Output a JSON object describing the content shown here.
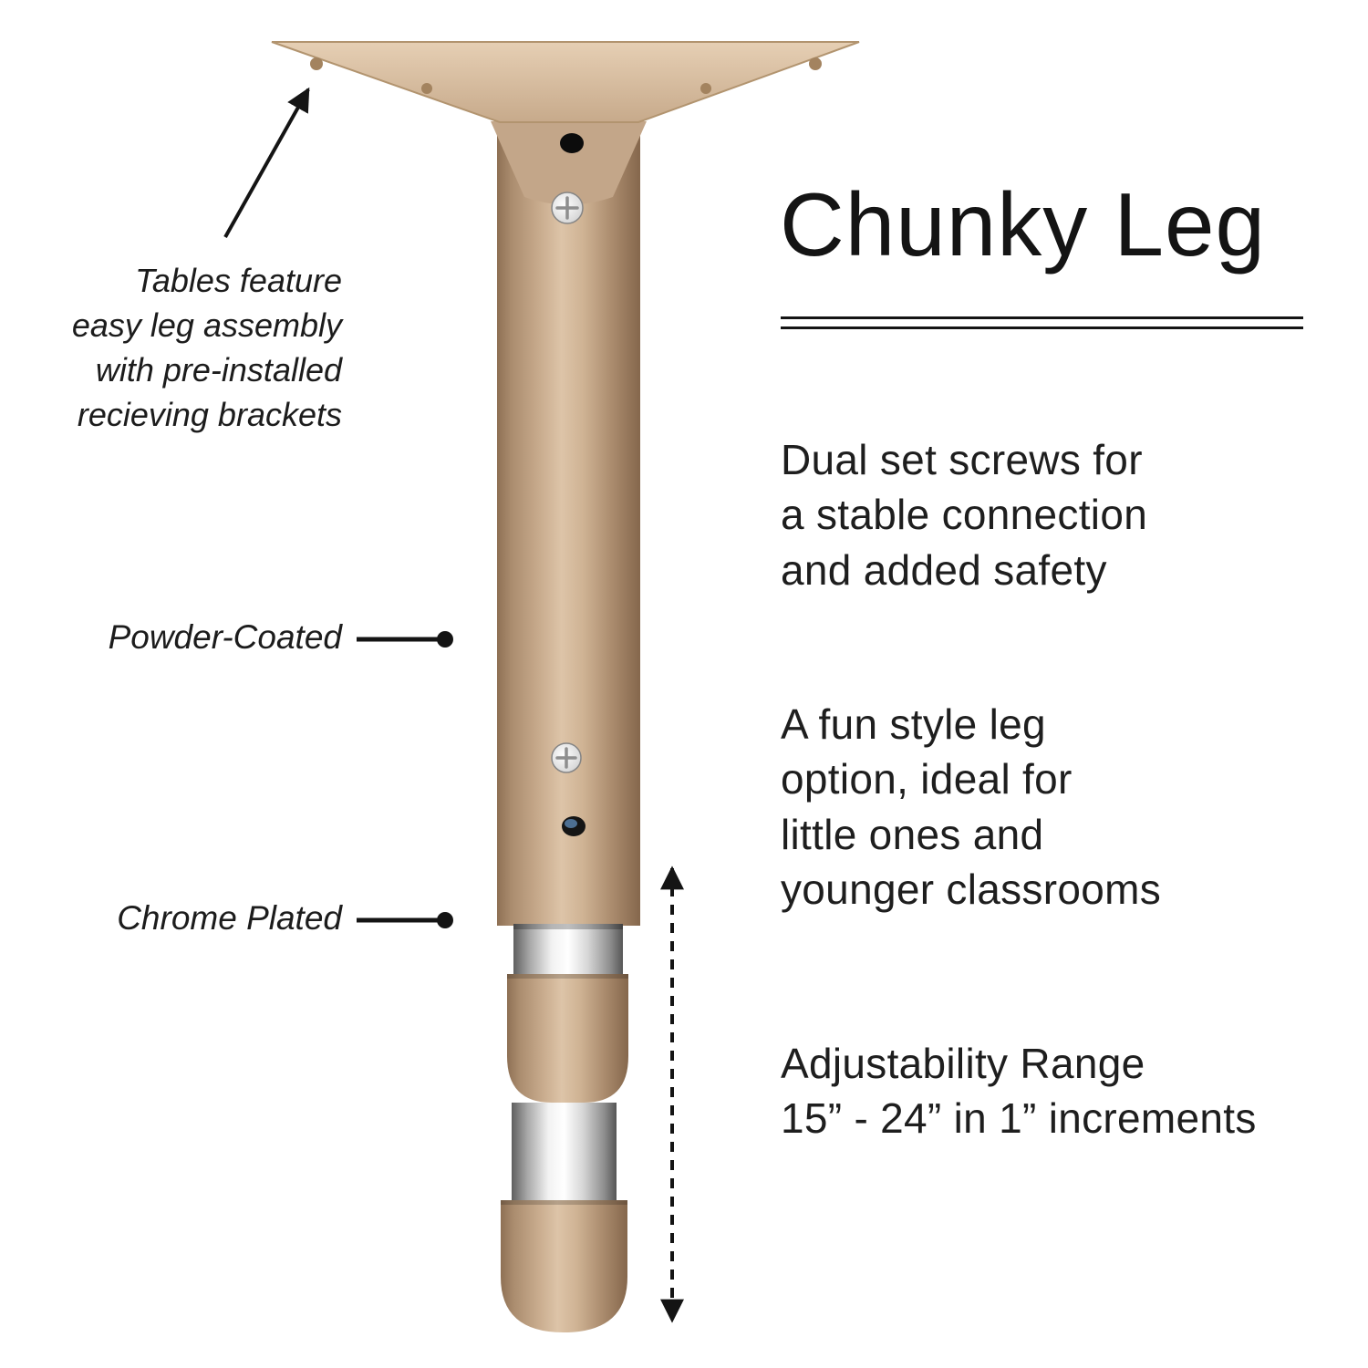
{
  "title": "Chunky Leg",
  "annotations": {
    "assembly_note": "Tables feature\neasy leg assembly\nwith pre-installed\nrecieving brackets",
    "powder_coated": "Powder-Coated",
    "chrome_plated": "Chrome Plated"
  },
  "features": [
    {
      "text": "Dual set screws for\na stable connection\nand added safety"
    },
    {
      "text": "A fun style leg\noption, ideal for\nlittle ones and\nyounger classrooms"
    },
    {
      "text": "Adjustability Range\n15” - 24” in 1” increments"
    }
  ],
  "colors": {
    "tan": "#bfa084",
    "tan_dark": "#85674c",
    "tan_light": "#ddc4a8",
    "chrome_light": "#ffffff",
    "chrome_dark": "#5f5f5f",
    "text": "#1a1a1a",
    "background": "#ffffff"
  }
}
